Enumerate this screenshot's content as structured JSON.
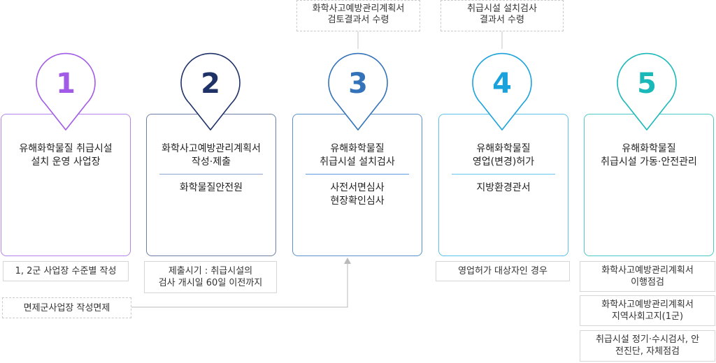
{
  "steps": [
    {
      "number": "1",
      "color": "#a25be6",
      "title": [
        "유해화학물질 취급시설",
        "설치 운영 사업장"
      ],
      "sub": []
    },
    {
      "number": "2",
      "color": "#1e3268",
      "title": [
        "화학사고예방관리계획서",
        "작성·제출"
      ],
      "sub": [
        "화학물질안전원"
      ]
    },
    {
      "number": "3",
      "color": "#3472b9",
      "title": [
        "유해화학물질",
        "취급시설 설치검사"
      ],
      "sub": [
        "사전서면심사",
        "현장확인심사"
      ]
    },
    {
      "number": "4",
      "color": "#1ba2dd",
      "title": [
        "유해화학물질",
        "영업(변경)허가"
      ],
      "sub": [
        "지방환경관서"
      ]
    },
    {
      "number": "5",
      "color": "#1ab8b8",
      "title": [
        "유해화학물질",
        "취급시설 가동·안전관리"
      ],
      "sub": []
    }
  ],
  "top_notes": {
    "step3": [
      "화학사고예방관리계획서",
      "검토결과서 수령"
    ],
    "step4": [
      "취급시설 설치검사",
      "결과서 수령"
    ]
  },
  "bottom_notes": {
    "step1": "1, 2군 사업장 수준별 작성",
    "step2": [
      "제출시기 : 취급시설의",
      "검사 개시일 60일 이전까지"
    ],
    "exempt": "면제군사업장 작성면제",
    "step4": "영업허가 대상자인 경우",
    "step5": [
      [
        "화학사고예방관리계획서",
        "이행점검"
      ],
      [
        "화학사고예방관리계획서",
        "지역사회고지(1군)"
      ],
      [
        "취급시설 정기·수시검사, 안",
        "전진단, 자체점검"
      ]
    ]
  },
  "colors": {
    "note_border": "#d6d6d6",
    "connector": "#b9b9b9",
    "divider2": "#8fa7cf",
    "divider3": "#5d9ae0",
    "divider4": "#66c6eb"
  }
}
